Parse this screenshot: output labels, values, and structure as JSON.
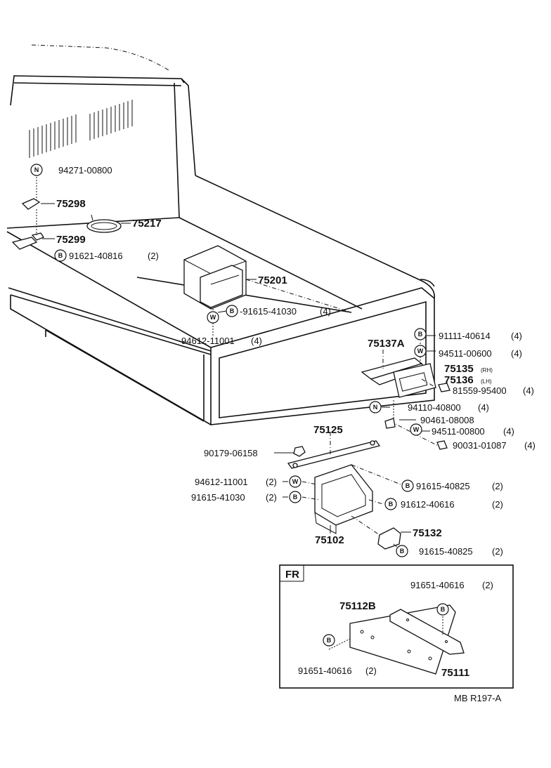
{
  "labels": {
    "p94271": "94271-00800",
    "p75298": "75298",
    "p75217": "75217",
    "p75299": "75299",
    "p91621": "91621-40816",
    "q91621": "(2)",
    "p75201": "75201",
    "p91615a": "-91615-41030",
    "q91615a": "(4)",
    "p94612a": "94612-11001",
    "q94612a": "(4)",
    "p91111": "91111-40614",
    "q91111": "(4)",
    "p75137A": "75137A",
    "p94511a": "94511-00600",
    "q94511a": "(4)",
    "p75135": "75135",
    "s75135": "(RH)",
    "p75136": "75136",
    "s75136": "(LH)",
    "p81559": "81559-95400",
    "q81559": "(4)",
    "p94110": "94110-40800",
    "q94110": "(4)",
    "p90461": "90461-08008",
    "p94511b": "94511-00800",
    "q94511b": "(4)",
    "p90031": "90031-01087",
    "q90031": "(4)",
    "p75125": "75125",
    "p90179": "90179-06158",
    "p94612b": "94612-11001",
    "q94612b": "(2)",
    "p91615b": "91615-40825",
    "q91615b": "(2)",
    "p91615c": "91615-41030",
    "q91615c": "(2)",
    "p91612": "91612-40616",
    "q91612": "(2)",
    "p75132": "75132",
    "p75102": "75102",
    "p91615d": "91615-40825",
    "q91615d": "(2)",
    "fr": "FR",
    "p91651a": "91651-40616",
    "q91651a": "(2)",
    "p75112B": "75112B",
    "p91651b": "91651-40616",
    "q91651b": "(2)",
    "p75111": "75111",
    "code": "MB R197-A"
  },
  "symbols": {
    "n": "N",
    "b": "B",
    "w": "W"
  }
}
